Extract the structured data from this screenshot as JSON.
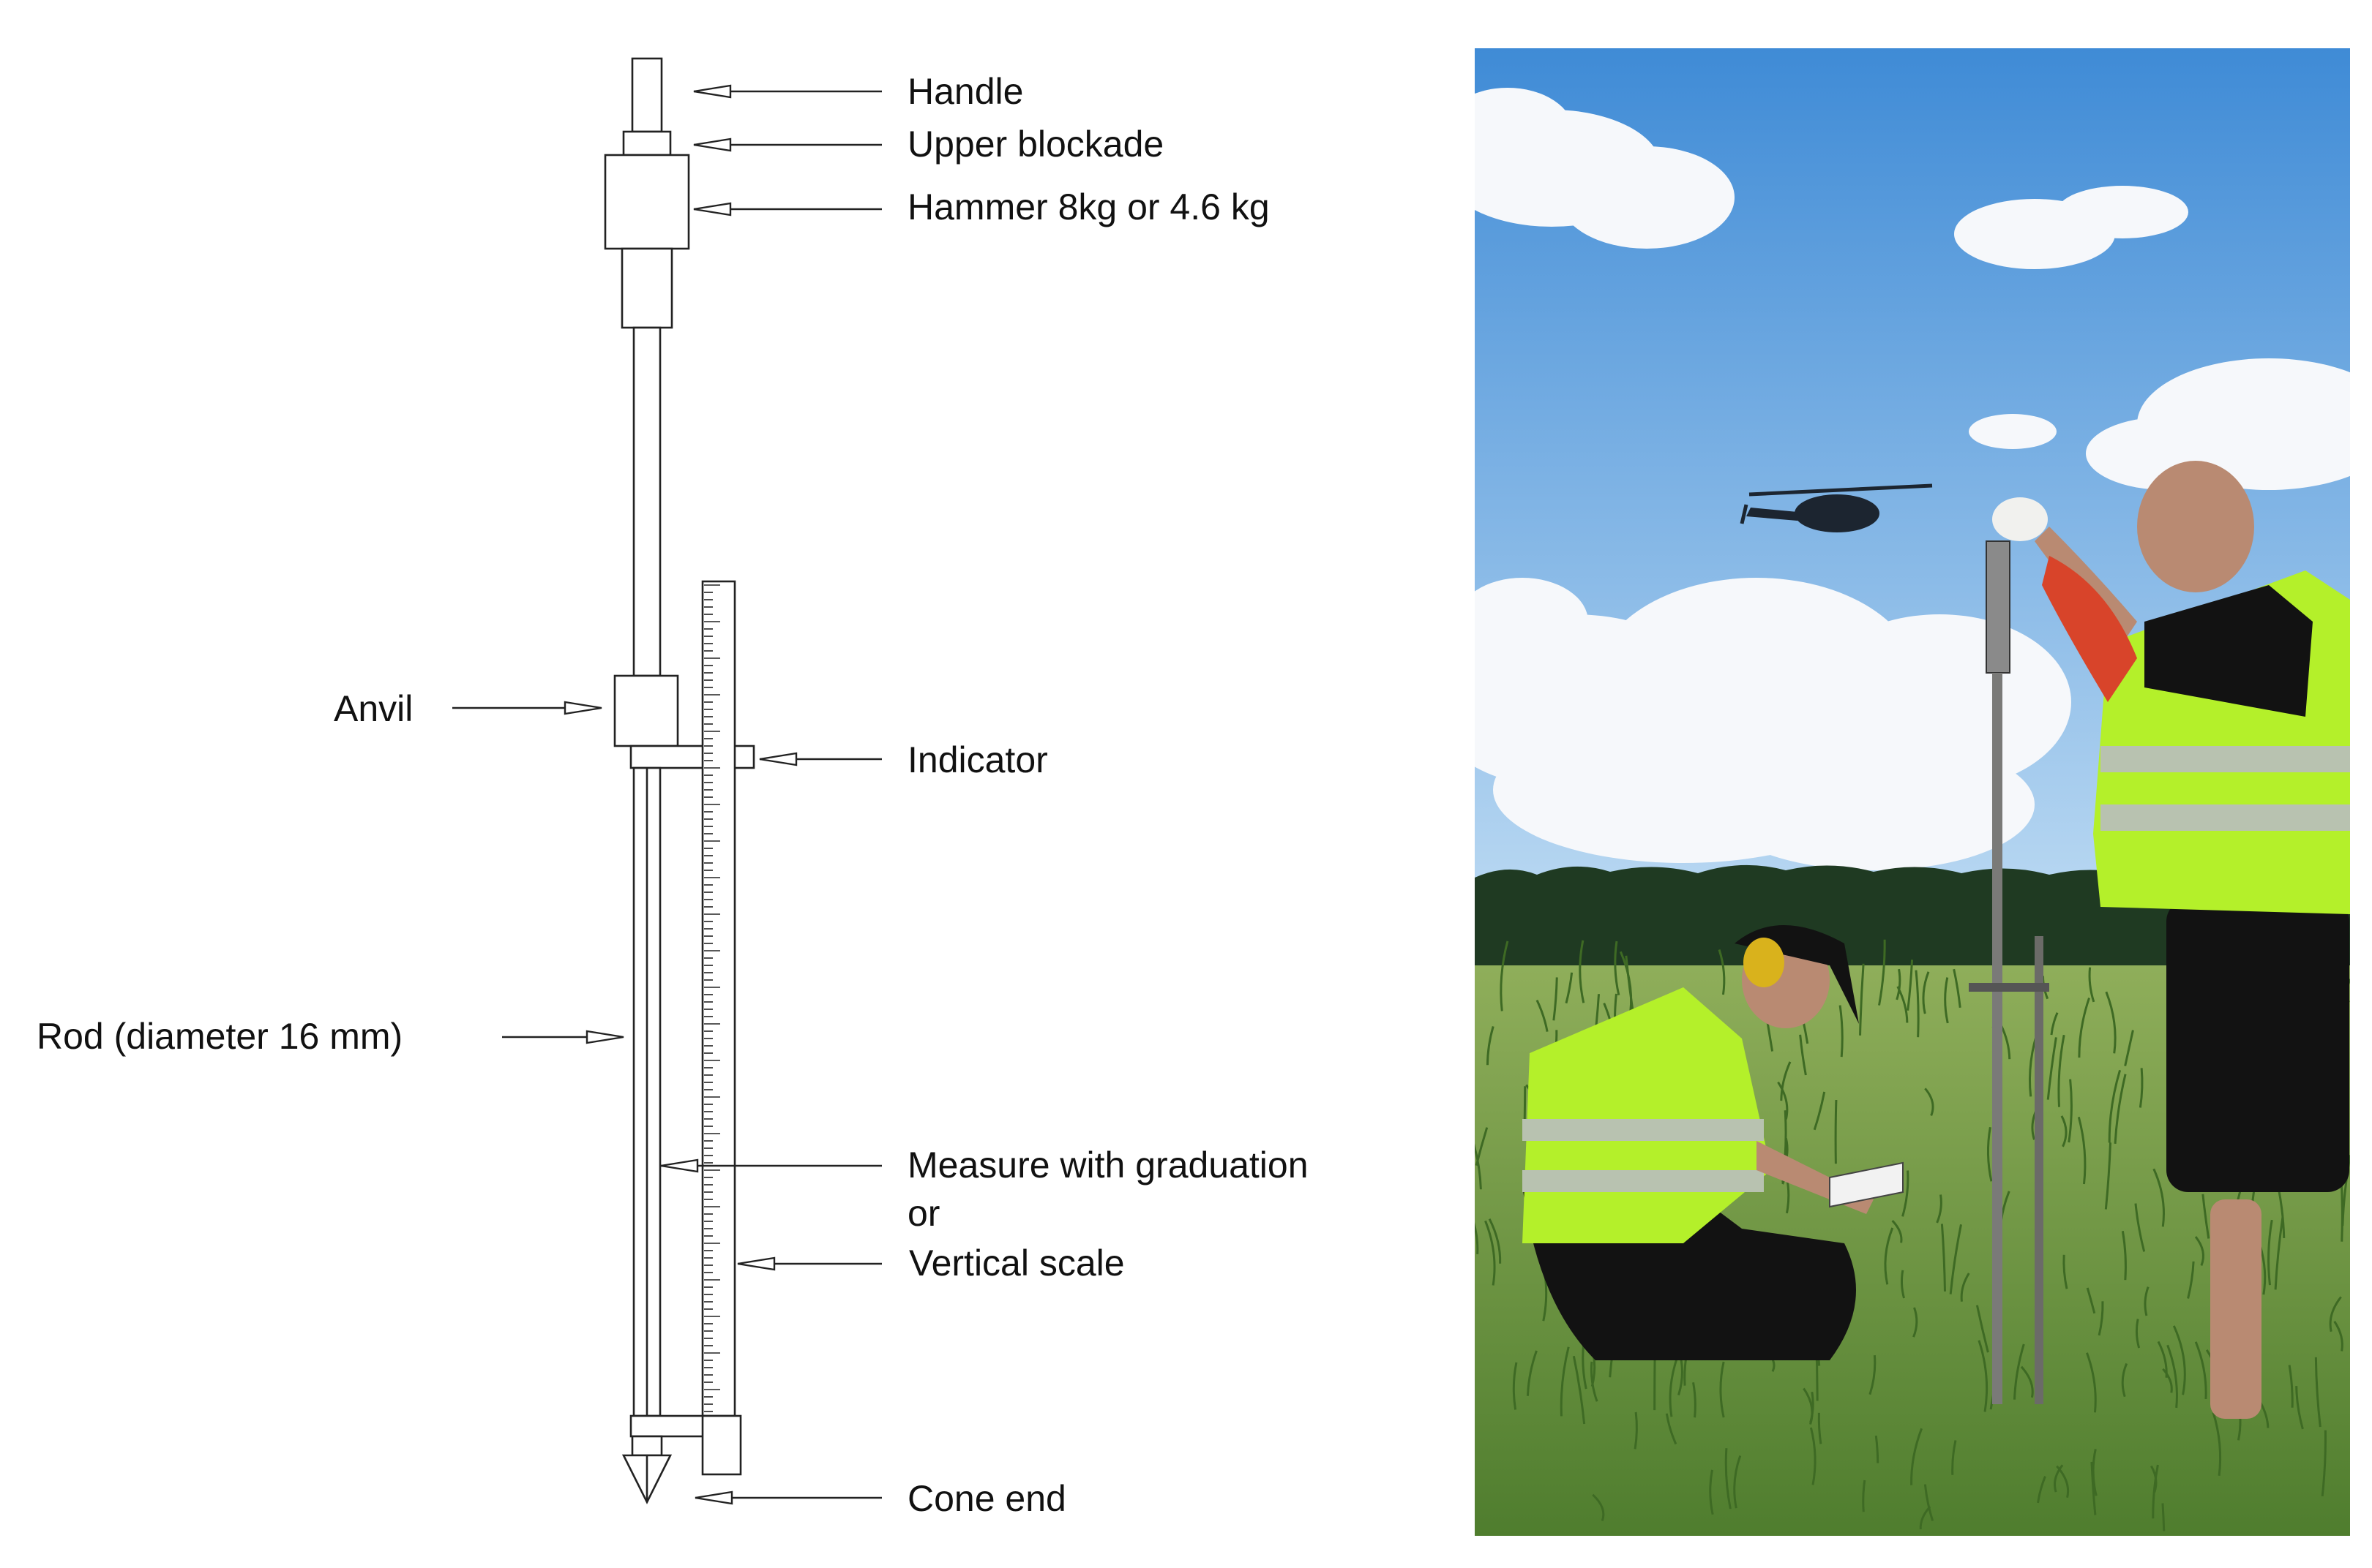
{
  "diagram": {
    "labels": {
      "handle": "Handle",
      "upper_blockade": "Upper blockade",
      "hammer": "Hammer 8kg or 4.6 kg",
      "anvil": "Anvil",
      "indicator": "Indicator",
      "rod": "Rod (diameter 16 mm)",
      "measure": "Measure with graduation",
      "or": "or",
      "vertical_scale": "Vertical scale",
      "cone_end": "Cone end"
    }
  },
  "photo": {
    "colors": {
      "sky_top": "#3f8bd6",
      "sky_bottom": "#b9d8f2",
      "cloud": "#f6f8fb",
      "tree_line": "#1f3a22",
      "grass": "#4f7d2e",
      "grass_light": "#8fae5a",
      "safety_vest": "#b4f02a",
      "shirt": "#121212"
    }
  }
}
